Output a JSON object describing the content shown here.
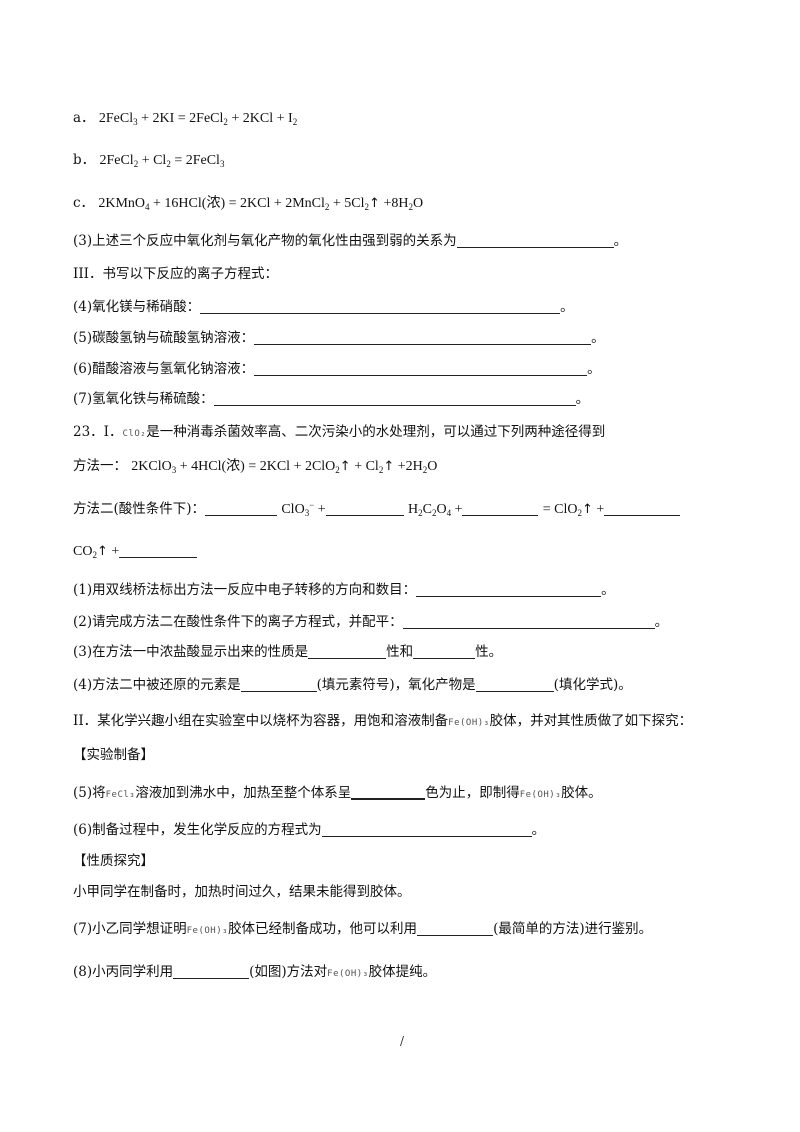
{
  "reactions": {
    "a_label": "a．",
    "b_label": "b．",
    "c_label": "c．",
    "c_paren": "浓"
  },
  "q3": {
    "text": "(3)上述三个反应中氧化剂与氧化产物的氧化性由强到弱的关系为",
    "end": "。"
  },
  "section3": {
    "title": "III．书写以下反应的离子方程式："
  },
  "q4": {
    "text": "(4)氧化镁与稀硝酸：",
    "end": "。"
  },
  "q5": {
    "text": "(5)碳酸氢钠与硫酸氢钠溶液：",
    "end": "。"
  },
  "q6": {
    "text": "(6)醋酸溶液与氢氧化钠溶液：",
    "end": "。"
  },
  "q7": {
    "text": "(7)氢氧化铁与稀硫酸：",
    "end": "。"
  },
  "q23": {
    "prefix": "23．I．",
    "formula": "ClO₂",
    "text": "是一种消毒杀菌效率高、二次污染小的水处理剂，可以通过下列两种途径得到"
  },
  "method1": {
    "label": "方法一：",
    "paren": "浓"
  },
  "method2": {
    "label": "方法二(酸性条件下)："
  },
  "sub_q1": {
    "text": "(1)用双线桥法标出方法一反应中电子转移的方向和数目：",
    "end": "。"
  },
  "sub_q2": {
    "text": "(2)请完成方法二在酸性条件下的离子方程式，并配平：",
    "end": "。"
  },
  "sub_q3": {
    "text_a": "(3)在方法一中浓盐酸显示出来的性质是",
    "text_b": "性和",
    "text_c": "性。"
  },
  "sub_q4": {
    "text_a": "(4)方法二中被还原的元素是",
    "text_b": "(填元素符号)，氧化产物是",
    "text_c": "(填化学式)。"
  },
  "section_II": {
    "text_a": "II．某化学兴趣小组在实验室中以烧杯为容器，用饱和溶液制备",
    "formula": "Fe(OH)₃",
    "text_b": "胶体，并对其性质做了如下探究："
  },
  "heading_prep": "【实验制备】",
  "sub_q5": {
    "text_a": "(5)将",
    "formula": "FeCl₃",
    "text_b": "溶液加到沸水中，加热至整个体系呈",
    "text_c": "色为止，即制得",
    "formula2": "Fe(OH)₃",
    "text_d": "胶体。"
  },
  "sub_q6": {
    "text": "(6)制备过程中，发生化学反应的方程式为",
    "end": "。"
  },
  "heading_props": "【性质探究】",
  "xiaojia": "小甲同学在制备时，加热时间过久，结果未能得到胶体。",
  "sub_q7": {
    "text_a": "(7)小乙同学想证明",
    "formula": "Fe(OH)₃",
    "text_b": "胶体已经制备成功，他可以利用",
    "text_c": "(最简单的方法)进行鉴别。"
  },
  "sub_q8": {
    "text_a": "(8)小丙同学利用",
    "text_b": "(如图)方法对",
    "formula": "Fe(OH)₃",
    "text_c": "胶体提纯。"
  },
  "footer": "/"
}
